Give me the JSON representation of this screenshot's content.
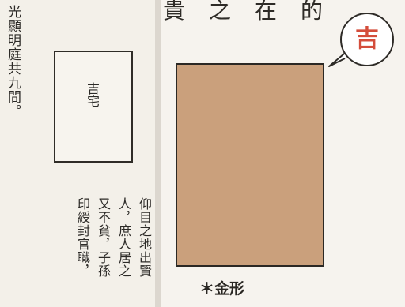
{
  "left_page": {
    "top_text": "光顯明庭共九間。",
    "house_label": "吉宅",
    "columns": [
      "仰目之地出賢",
      "人，庶人居之",
      "又不貧，子孫",
      "印綬封官職，"
    ]
  },
  "right_page": {
    "top_text": "貴之在的",
    "badge_text": "吉",
    "block_color": "#caa07c",
    "shape_label": "＊金形"
  }
}
